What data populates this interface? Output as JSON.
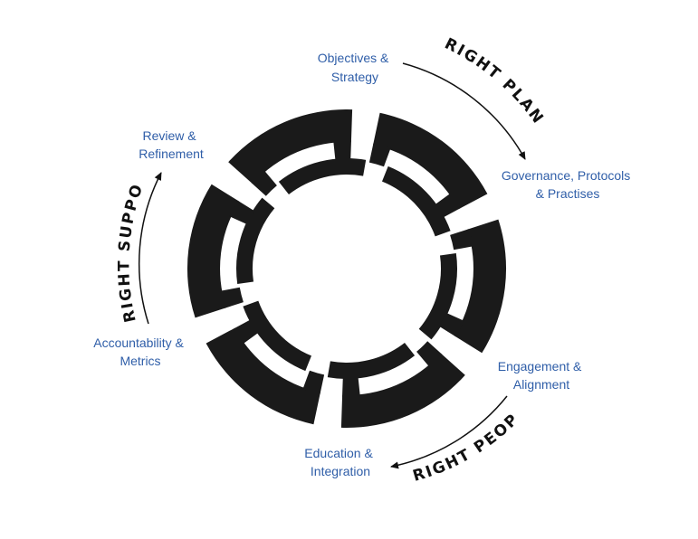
{
  "stages": [
    {
      "line1": "Objectives &",
      "line2": "Strategy"
    },
    {
      "line1": "Governance, Protocols",
      "line2": "& Practises"
    },
    {
      "line1": "Engagement &",
      "line2": "Alignment"
    },
    {
      "line1": "Education &",
      "line2": "Integration"
    },
    {
      "line1": "Accountability &",
      "line2": "Metrics"
    },
    {
      "line1": "Review &",
      "line2": "Refinement"
    }
  ],
  "arcs": {
    "plan": "RIGHT PLAN",
    "people": "RIGHT PEOPLE",
    "support": "RIGHT SUPPORT"
  },
  "colors": {
    "ring": "#1a1a1a",
    "label": "#2f5ea8",
    "arc_text": "#111111"
  }
}
